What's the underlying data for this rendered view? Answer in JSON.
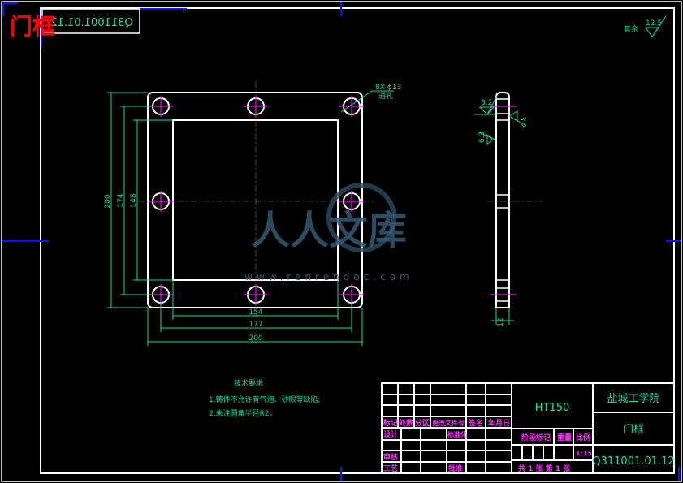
{
  "drawing": {
    "title_overlay": "门框",
    "stamp_code": "Q311001.01.12",
    "roughness_other_label": "其余",
    "roughness_other_value": "12.5",
    "hole_note_top": "8X ϕ13",
    "hole_note_bottom": "通孔",
    "dims": {
      "v200": "200",
      "v174": "174",
      "v148": "148",
      "h154": "154",
      "h177": "177",
      "h200": "200",
      "side12": "12",
      "ra1": "3.2",
      "ra2": "3.2",
      "ra3": "6.3"
    },
    "watermark": {
      "text": "人人文库",
      "url": "www.renrendoc.com"
    }
  },
  "tech_req": {
    "title": "技术要求",
    "items": [
      "1.铸件不允许有气泡、砂眼等缺陷;",
      "2.未注圆角半径R2。"
    ]
  },
  "title_block": {
    "material": "HT150",
    "school": "盐城工学院",
    "part_name": "门框",
    "drawing_no": "Q311001.01.12",
    "headers": [
      "标记",
      "处数",
      "分区",
      "更改文件号",
      "签名",
      "年月日"
    ],
    "design": "设计",
    "standard": "标准化",
    "review": "审核",
    "process": "工艺",
    "approve": "批准",
    "stage": "阶段标记",
    "weight": "重量",
    "scale_label": "比例",
    "scale": "1:15",
    "sheets": "共 1 张 第 1 张"
  },
  "colors": {
    "frame": "#ffffff",
    "dim": "#00e0a0",
    "center": "#ff00ff",
    "border_mark": "#0000ff",
    "overlay": "#ff0000"
  }
}
